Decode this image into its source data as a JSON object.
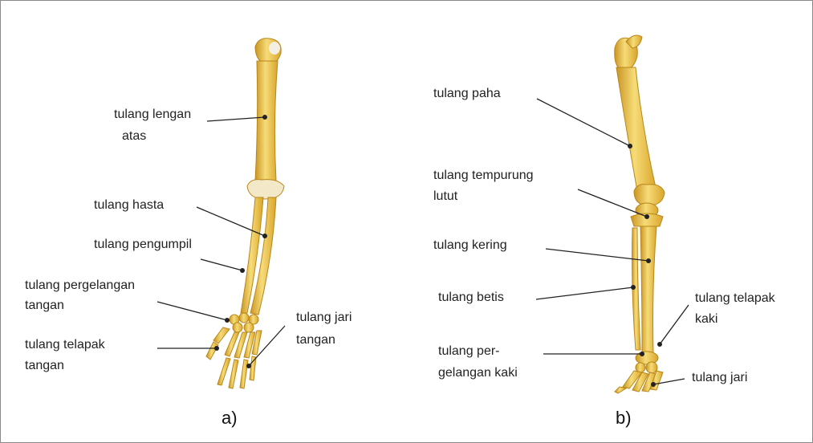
{
  "panels": [
    {
      "caption": "a)",
      "labels": {
        "humerus_1": "tulang lengan",
        "humerus_2": "atas",
        "ulna": "tulang hasta",
        "radius": "tulang pengumpil",
        "carpal_1": "tulang pergelangan",
        "carpal_2": "tangan",
        "metacarpal_1": "tulang telapak",
        "metacarpal_2": "tangan",
        "phalanges_1": "tulang jari",
        "phalanges_2": "tangan"
      }
    },
    {
      "caption": "b)",
      "labels": {
        "femur": "tulang paha",
        "patella_1": "tulang tempurung",
        "patella_2": "lutut",
        "tibia": "tulang kering",
        "fibula": "tulang betis",
        "tarsal_1": "tulang per-",
        "tarsal_2": "gelangan kaki",
        "metatarsal_1": "tulang telapak",
        "metatarsal_2": "kaki",
        "toes": "tulang jari"
      }
    }
  ],
  "colors": {
    "bone": "#e8b838",
    "bone_light": "#f6dc78",
    "bone_dark": "#b9861a",
    "leader": "#222222",
    "frame": "#8a8a8a"
  }
}
